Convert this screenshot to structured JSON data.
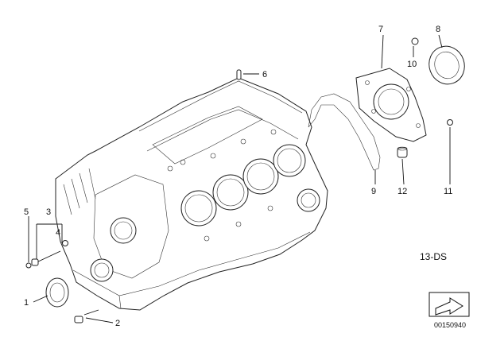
{
  "diagram": {
    "callouts": [
      {
        "id": "c1",
        "label": "1"
      },
      {
        "id": "c2",
        "label": "2"
      },
      {
        "id": "c3",
        "label": "3"
      },
      {
        "id": "c4",
        "label": "4"
      },
      {
        "id": "c5",
        "label": "5"
      },
      {
        "id": "c6",
        "label": "6"
      },
      {
        "id": "c7",
        "label": "7"
      },
      {
        "id": "c8",
        "label": "8"
      },
      {
        "id": "c9",
        "label": "9"
      },
      {
        "id": "c10",
        "label": "10"
      },
      {
        "id": "c11",
        "label": "11"
      },
      {
        "id": "c12",
        "label": "12"
      }
    ],
    "group_code": "13-DS",
    "document_number": "00150940"
  }
}
